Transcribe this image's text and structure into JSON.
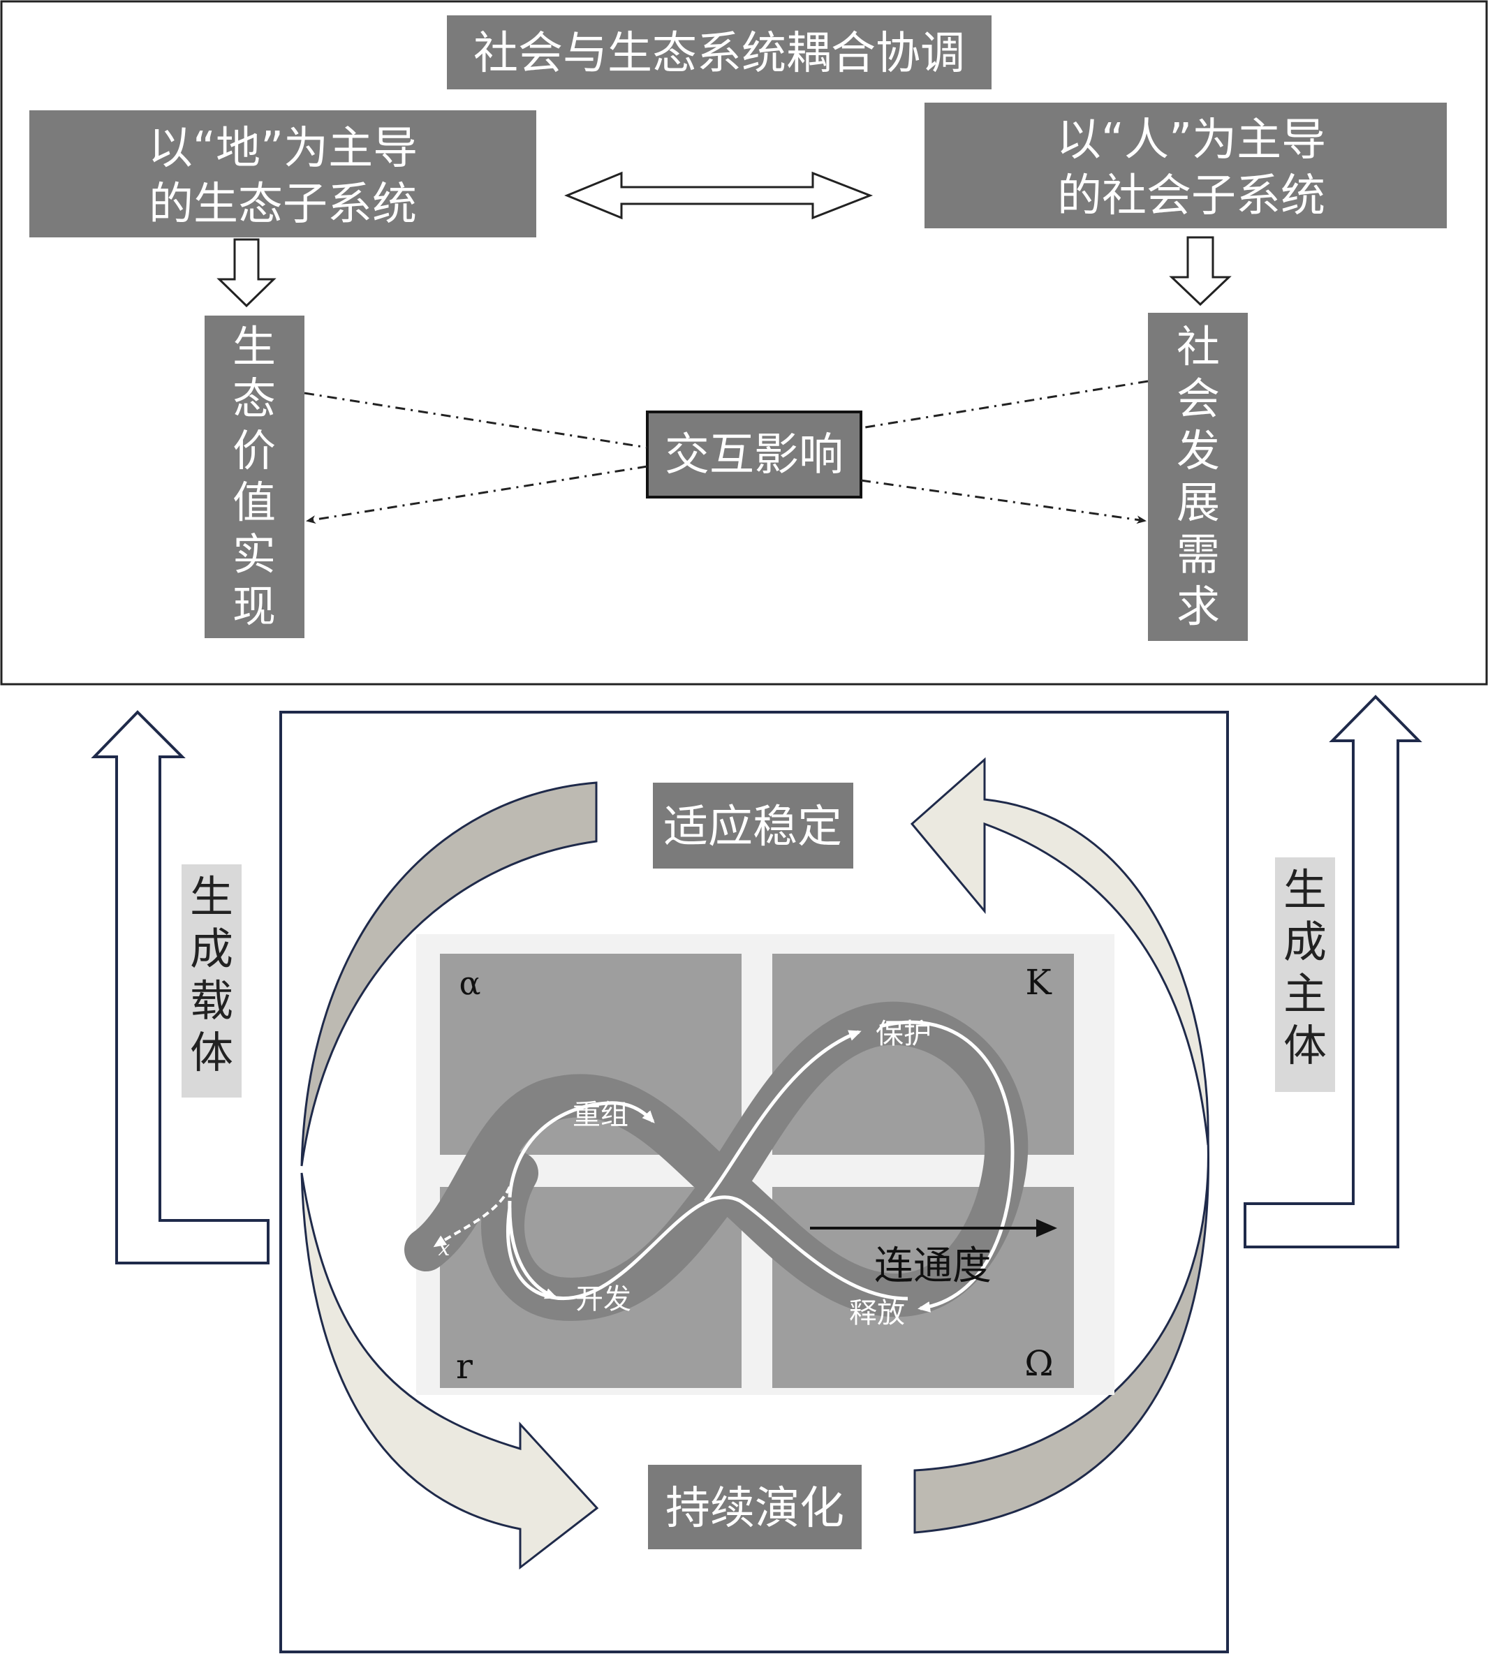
{
  "top": {
    "title": "社会与生态系统耦合协调",
    "left_subsystem": [
      "以“地”为主导",
      "的生态子系统"
    ],
    "right_subsystem": [
      "以“人”为主导",
      "的社会子系统"
    ],
    "left_outcome": "生态价值实现",
    "right_outcome": "社会发展需求",
    "interaction": "交互影响"
  },
  "side": {
    "left_arrow_label": "生成载体",
    "right_arrow_label": "生成主体"
  },
  "cycle": {
    "top_label": "适应稳定",
    "bottom_label": "持续演化"
  },
  "panarchy": {
    "corner_alpha": "α",
    "corner_k": "K",
    "corner_r": "r",
    "corner_omega": "Ω",
    "phase_reorganize": "重组",
    "phase_conserve": "保护",
    "phase_exploit": "开发",
    "phase_release": "释放",
    "axis_label": "连通度",
    "exit_label": "x"
  },
  "colors": {
    "box_fill": "#7b7b7b",
    "box_text": "#ffffff",
    "navy_stroke": "#1f2a4a",
    "arc_light": "#ebe9e0",
    "arc_dark": "#bdbab2",
    "side_label_bg": "#d9d9d9"
  }
}
